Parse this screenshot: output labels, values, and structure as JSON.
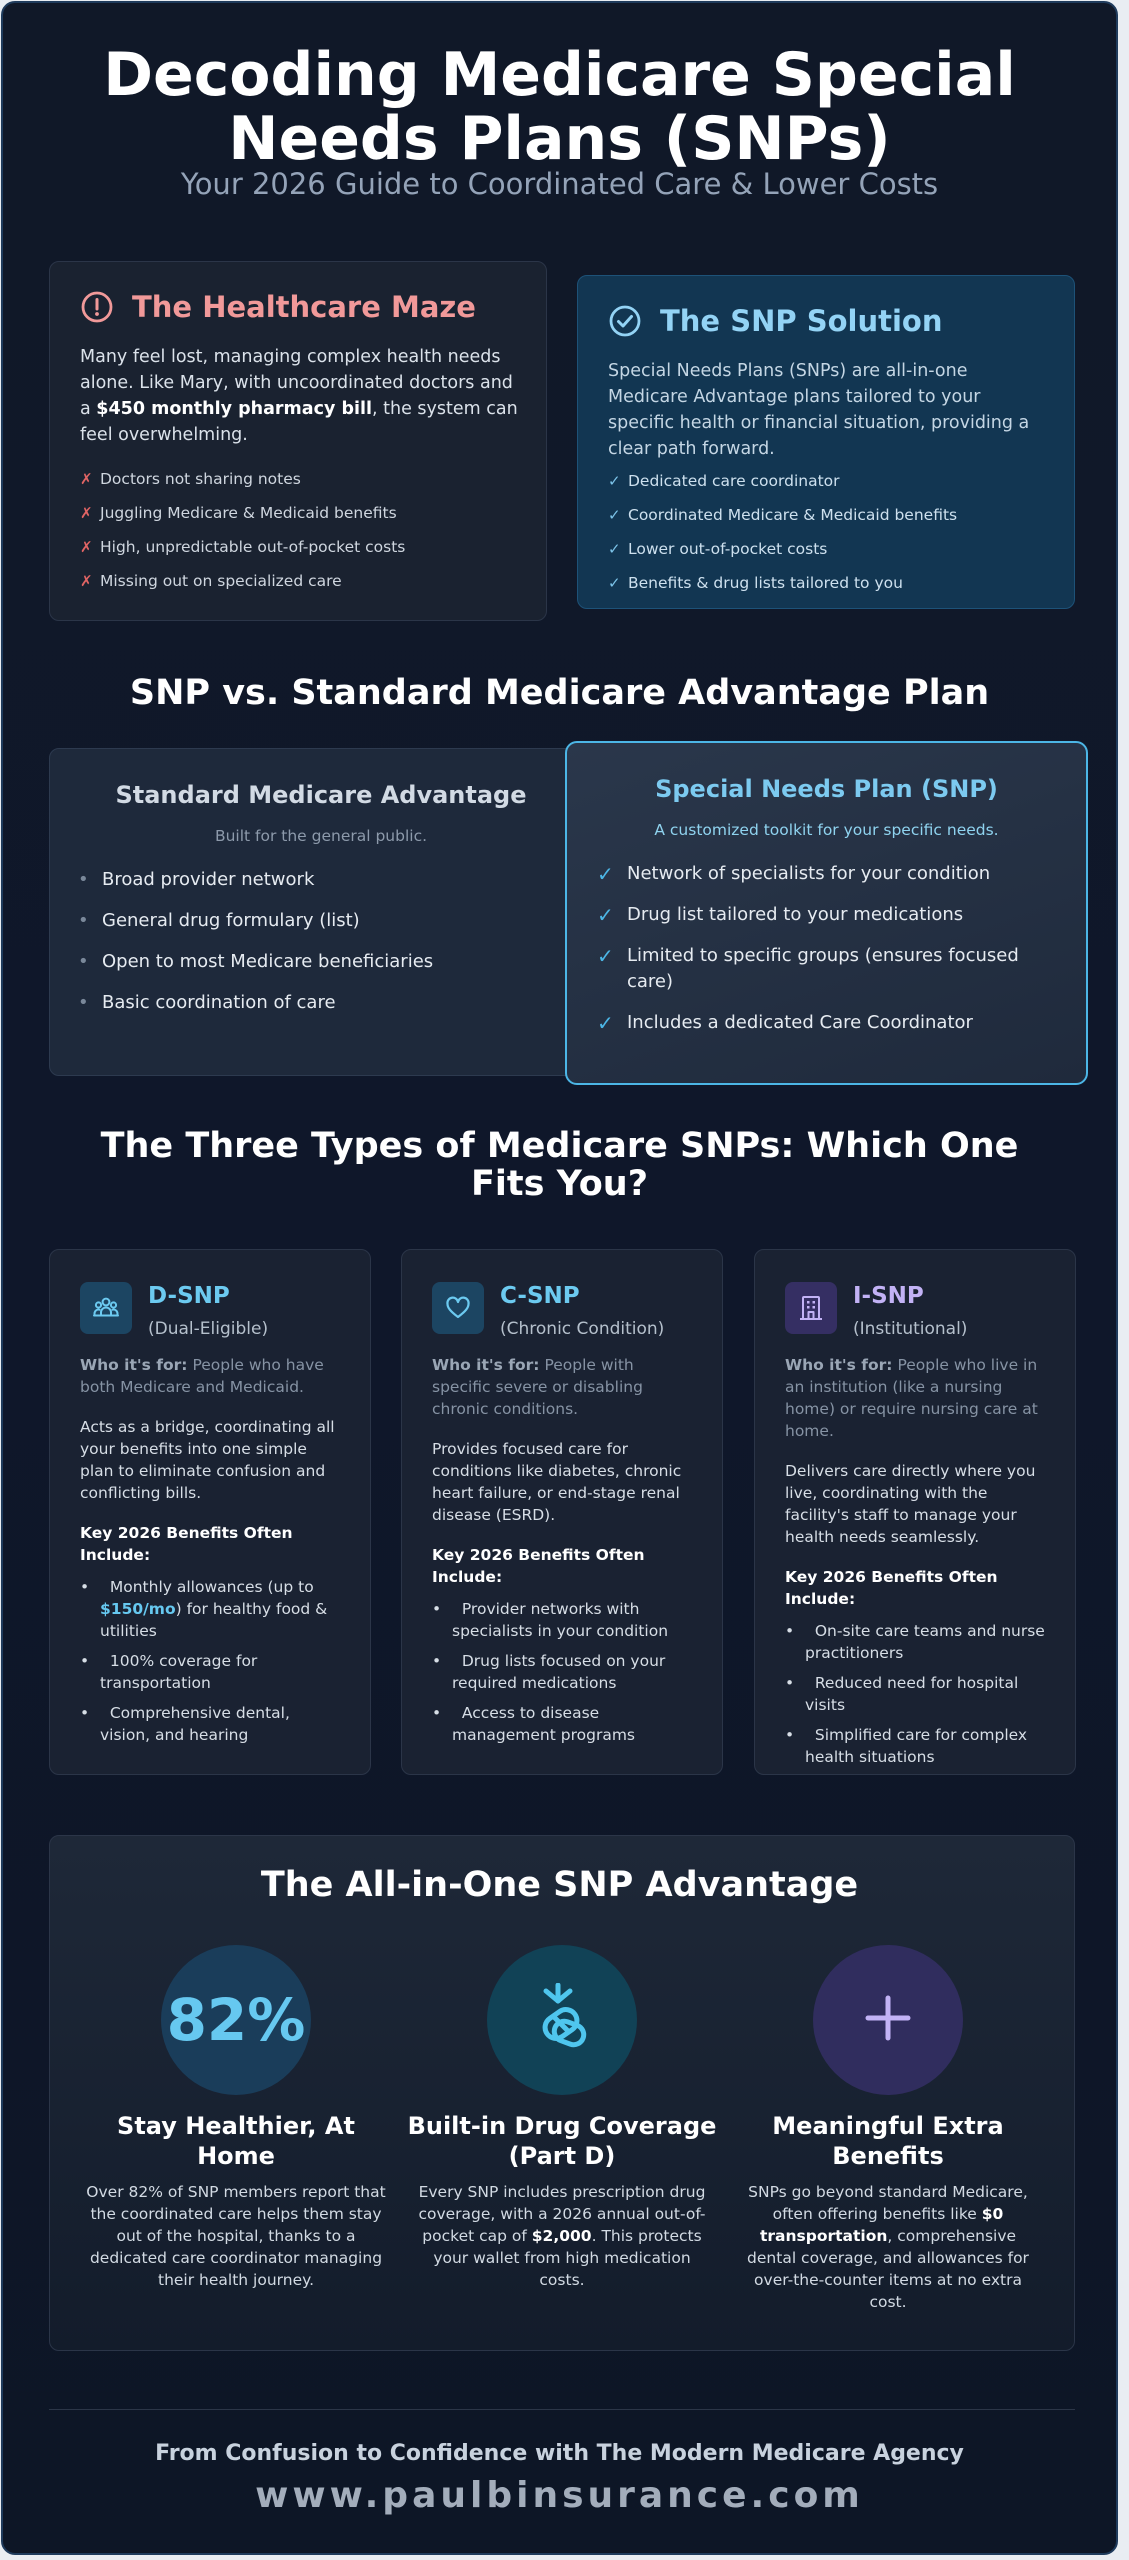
{
  "header": {
    "title_line1": "Decoding Medicare Special",
    "title_line2": "Needs Plans (SNPs)",
    "subtitle": "Your 2026 Guide to Coordinated Care & Lower Costs"
  },
  "maze": {
    "icon": "alert-circle-icon",
    "title": "The Healthcare Maze",
    "desc_pre": "Many feel lost, managing complex health needs alone. Like Mary, with uncoordinated doctors and a ",
    "desc_bold": "$450 monthly pharmacy bill",
    "desc_post": ", the system can feel overwhelming.",
    "items": [
      "Doctors not sharing notes",
      "Juggling Medicare & Medicaid benefits",
      "High, unpredictable out-of-pocket costs",
      "Missing out on specialized care"
    ],
    "mark": "✗"
  },
  "solution": {
    "icon": "check-circle-icon",
    "title": "The SNP Solution",
    "desc": "Special Needs Plans (SNPs) are all-in-one Medicare Advantage plans tailored to your specific health or financial situation, providing a clear path forward.",
    "items": [
      "Dedicated care coordinator",
      "Coordinated Medicare & Medicaid benefits",
      "Lower out-of-pocket costs",
      "Benefits & drug lists tailored to you"
    ],
    "mark": "✓"
  },
  "comparison": {
    "heading": "SNP vs. Standard Medicare Advantage Plan",
    "standard": {
      "title": "Standard Medicare Advantage",
      "subtitle": "Built for the general public.",
      "items": [
        "Broad provider network",
        "General drug formulary (list)",
        "Open to most Medicare beneficiaries",
        "Basic coordination of care"
      ],
      "bullet": "•"
    },
    "snp": {
      "title": "Special Needs Plan (SNP)",
      "subtitle": "A customized toolkit for your specific needs.",
      "items": [
        "Network of specialists for your condition",
        "Drug list tailored to your medications",
        "Limited to specific groups (ensures focused care)",
        "Includes a dedicated Care Coordinator"
      ],
      "bullet": "✓"
    }
  },
  "types": {
    "heading": "The Three Types of Medicare SNPs: Which One Fits You?",
    "who_label": "Who it's for:",
    "benefits_label": "Key 2026 Benefits Often Include:",
    "bullet": "•",
    "dsnp": {
      "icon": "people-icon",
      "name": "D-SNP",
      "sub": "(Dual-Eligible)",
      "who": "People who have both Medicare and Medicaid.",
      "desc": "Acts as a bridge, coordinating all your benefits into one simple plan to eliminate confusion and conflicting bills.",
      "b1_pre": "Monthly allowances (up to ",
      "b1_hl": "$150/mo",
      "b1_post": ") for healthy food & utilities",
      "b2": "100% coverage for transportation",
      "b3": "Comprehensive dental, vision, and hearing"
    },
    "csnp": {
      "icon": "heart-icon",
      "name": "C-SNP",
      "sub": "(Chronic Condition)",
      "who": "People with specific severe or disabling chronic conditions.",
      "desc": "Provides focused care for conditions like diabetes, chronic heart failure, or end-stage renal disease (ESRD).",
      "b1": "Provider networks with specialists in your condition",
      "b2": "Drug lists focused on your required medications",
      "b3": "Access to disease management programs"
    },
    "isnp": {
      "icon": "building-icon",
      "name": "I-SNP",
      "sub": "(Institutional)",
      "who": "People who live in an institution (like a nursing home) or require nursing care at home.",
      "desc": "Delivers care directly where you live, coordinating with the facility's staff to manage your health needs seamlessly.",
      "b1": "On-site care teams and nurse practitioners",
      "b2": "Reduced need for hospital visits",
      "b3": "Simplified care for complex health situations"
    }
  },
  "advantage": {
    "heading": "The All-in-One SNP Advantage",
    "stat": {
      "value": "82%",
      "title": "Stay Healthier, At Home",
      "text": "Over 82% of SNP members report that the coordinated care helps them stay out of the hospital, thanks to a dedicated care coordinator managing their health journey."
    },
    "drug": {
      "icon": "pills-icon",
      "title": "Built-in Drug Coverage (Part D)",
      "text_pre": "Every SNP includes prescription drug coverage, with a 2026 annual out-of-pocket cap of ",
      "text_bold": "$2,000",
      "text_post": ". This protects your wallet from high medication costs."
    },
    "extra": {
      "icon": "plus-icon",
      "title": "Meaningful Extra Benefits",
      "text_pre": "SNPs go beyond standard Medicare, often offering benefits like ",
      "text_bold": "$0 transportation",
      "text_post": ", comprehensive dental coverage, and allowances for over-the-counter items at no extra cost."
    }
  },
  "footer": {
    "tagline": "From Confusion to Confidence with The Modern Medicare Agency",
    "url": "www.paulbinsurance.com"
  },
  "colors": {
    "background": "#0f172a",
    "accent_blue": "#66c8f0",
    "alert_red": "#f19999",
    "purple": "#c2b2f5"
  }
}
